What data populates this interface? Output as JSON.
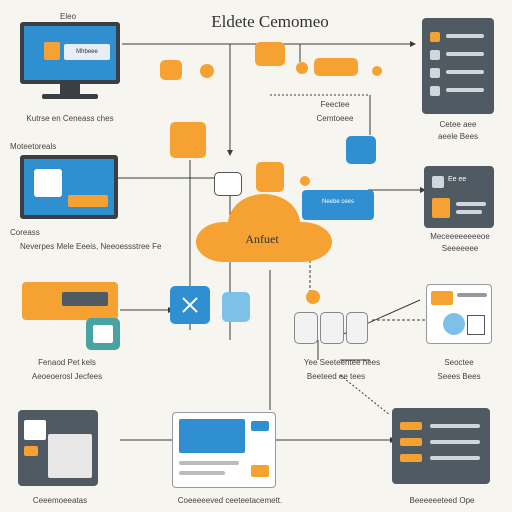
{
  "diagram": {
    "top_label": "Eleo",
    "title": "Eldete Cemomeo",
    "cloud_label": "Anfuet",
    "captions": {
      "top_left": "Kutrse en Ceneass ches",
      "left_mid_heading": "Moteetoreals",
      "left_mid_a": "Coreass",
      "left_mid_b": "Neverpes Mele Eeeis, Neeoessstree Fe",
      "left_lower_a": "Fenaod Pet kels",
      "left_lower_b": "Aeoeoerosl Jecfees",
      "bottom_left": "Ceeemoeeatas",
      "bottom_center": "Coeeeeeved ceeteetacemett.",
      "bottom_right": "Beeeeeeteed Ope",
      "top_center_a": "Feectee",
      "top_center_b": "Cemtoeee",
      "top_right_a": "Cetee aee",
      "top_right_b": "aeele Bees",
      "right_mid_a": "Meceeeeeeeeoe",
      "right_mid_b": "Seeeeeee",
      "right_lower_a": "Seoctee",
      "right_lower_b": "Seees Bees",
      "center_right_a": "Yee Seeteentee hees",
      "center_right_b": "Beeteed ee tees",
      "card_text": "Neebe cees",
      "monitor_screen_text": "Mhbeee",
      "right_mid_screen_text": "Ee ee"
    },
    "colors": {
      "orange": "#f5a233",
      "blue": "#2f8fd0",
      "dark": "#505a63",
      "background": "#f7f5f0"
    }
  }
}
